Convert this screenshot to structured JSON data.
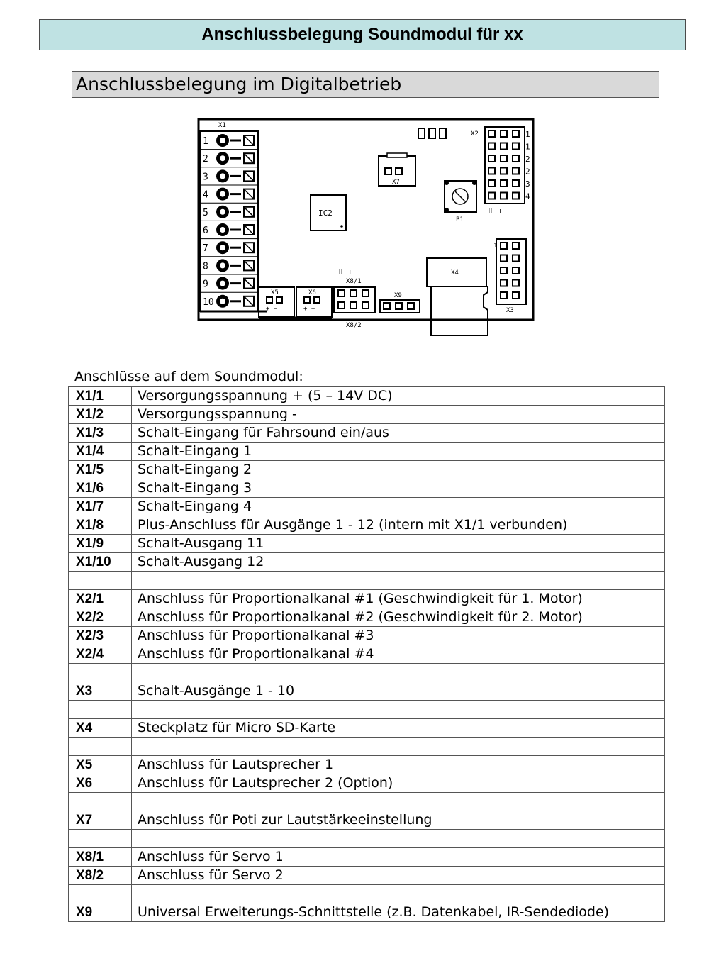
{
  "header": {
    "title": "Anschlussbelegung Soundmodul für xx"
  },
  "section": {
    "title": "Anschlussbelegung im Digitalbetrieb"
  },
  "board": {
    "x1": "X1",
    "x1_pins": [
      "1",
      "2",
      "3",
      "4",
      "5",
      "6",
      "7",
      "8",
      "9",
      "10"
    ],
    "x2": "X2",
    "x2_side": [
      "1",
      "1",
      "2",
      "2",
      "3",
      "4"
    ],
    "x2_bottom": "⎍ + −",
    "x3": "X3",
    "x3_one": "1",
    "x4": "X4",
    "x5": "X5",
    "x5_pol": "+  −",
    "x6": "X6",
    "x6_pol": "+  −",
    "x7": "X7",
    "x81": "X8/1",
    "x81_top": "⎍ + −",
    "x82": "X8/2",
    "x9": "X9",
    "ic2": "IC2",
    "p1": "P1"
  },
  "table": {
    "caption": "Anschlüsse auf dem Soundmodul:",
    "rows": [
      [
        "X1/1",
        "Versorgungsspannung + (5 – 14V DC)"
      ],
      [
        "X1/2",
        "Versorgungsspannung -"
      ],
      [
        "X1/3",
        "Schalt-Eingang für Fahrsound ein/aus"
      ],
      [
        "X1/4",
        "Schalt-Eingang 1"
      ],
      [
        "X1/5",
        "Schalt-Eingang 2"
      ],
      [
        "X1/6",
        "Schalt-Eingang 3"
      ],
      [
        "X1/7",
        "Schalt-Eingang 4"
      ],
      [
        "X1/8",
        "Plus-Anschluss für Ausgänge 1 - 12 (intern mit X1/1 verbunden)"
      ],
      [
        "X1/9",
        "Schalt-Ausgang 11"
      ],
      [
        "X1/10",
        "Schalt-Ausgang 12"
      ],
      [
        "",
        ""
      ],
      [
        "X2/1",
        "Anschluss für Proportionalkanal #1 (Geschwindigkeit für 1. Motor)"
      ],
      [
        "X2/2",
        "Anschluss für Proportionalkanal #2 (Geschwindigkeit für 2. Motor)"
      ],
      [
        "X2/3",
        "Anschluss für Proportionalkanal #3"
      ],
      [
        "X2/4",
        "Anschluss für Proportionalkanal #4"
      ],
      [
        "",
        ""
      ],
      [
        "X3",
        "Schalt-Ausgänge 1 - 10"
      ],
      [
        "",
        ""
      ],
      [
        "X4",
        "Steckplatz für Micro SD-Karte"
      ],
      [
        "",
        ""
      ],
      [
        "X5",
        "Anschluss für Lautsprecher 1"
      ],
      [
        "X6",
        "Anschluss für Lautsprecher 2 (Option)"
      ],
      [
        "",
        ""
      ],
      [
        "X7",
        "Anschluss für Poti zur Lautstärkeeinstellung"
      ],
      [
        "",
        ""
      ],
      [
        "X8/1",
        "Anschluss für Servo 1"
      ],
      [
        "X8/2",
        "Anschluss für Servo 2"
      ],
      [
        "",
        ""
      ],
      [
        "X9",
        "Universal Erweiterungs-Schnittstelle (z.B. Datenkabel, IR-Sendediode)"
      ]
    ]
  }
}
